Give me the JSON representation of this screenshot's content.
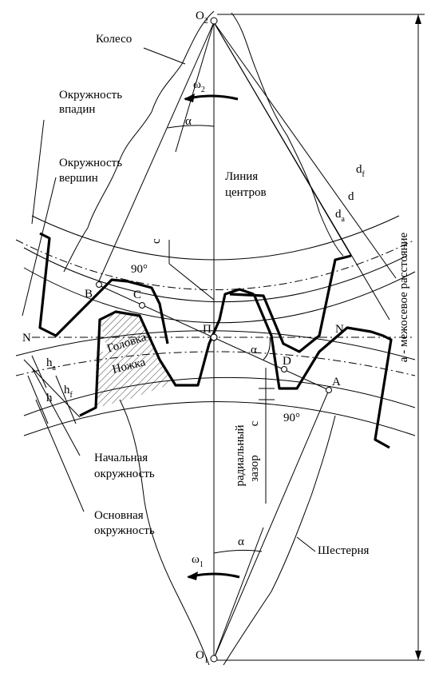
{
  "labels": {
    "koleso": "Колесо",
    "okr_vpadin_1": "Окружность",
    "okr_vpadin_2": "впадин",
    "okr_vershin_1": "Окружность",
    "okr_vershin_2": "вершин",
    "linia_1": "Линия",
    "linia_2": "центров",
    "golovka": "Головка",
    "nozhka": "Ножка",
    "nach_1": "Начальная",
    "nach_2": "окружность",
    "osn_1": "Основная",
    "osn_2": "окружность",
    "shesternia": "Шестерня",
    "mezhosevoe": "a - межосевое расстояние",
    "radialny": "радиальный",
    "zazor": "зазор",
    "zazor_c": "c",
    "pole": "П",
    "alpha_top": "α",
    "alpha_mid": "α",
    "alpha_bot": "α",
    "angle_90_top": "90°",
    "angle_90_bot": "90°",
    "c_top": "c",
    "pt_A": "A",
    "pt_B": "B",
    "pt_C": "C",
    "pt_D": "D",
    "pt_N_left": "N",
    "pt_N_right": "N",
    "O2_main": "O",
    "O2_sub": "2",
    "O1_main": "O",
    "O1_sub": "1",
    "omega2_main": "ω",
    "omega2_sub": "2",
    "omega1_main": "ω",
    "omega1_sub": "1",
    "df_main": "d",
    "df_sub": "f",
    "d_main": "d",
    "da_main": "d",
    "da_sub": "a",
    "ha_main": "h",
    "ha_sub": "a",
    "h_main": "h",
    "hf_main": "h",
    "hf_sub": "f"
  }
}
